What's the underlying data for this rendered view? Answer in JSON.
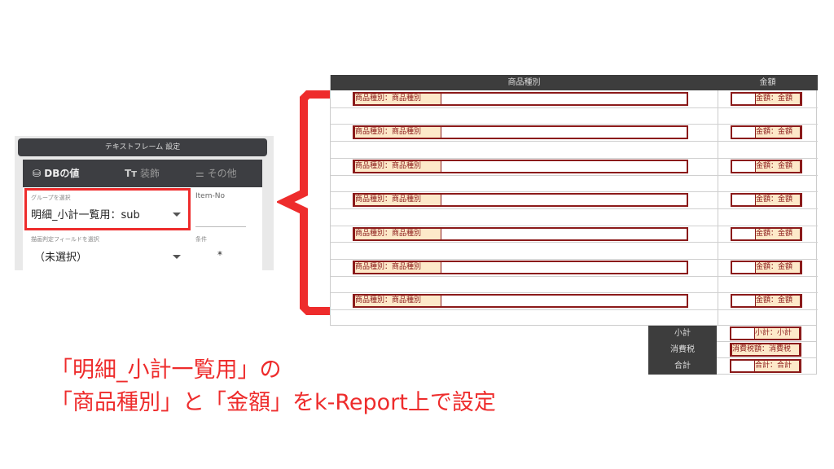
{
  "panel": {
    "title": "テキストフレーム 設定",
    "tabs": [
      {
        "label": "DBの値",
        "icon": "database-icon"
      },
      {
        "label": "装飾",
        "icon": "text-format-icon"
      },
      {
        "label": "その他",
        "icon": "sliders-icon"
      }
    ],
    "group_label": "グループを選択",
    "group_value": "明細_小計一覧用：sub",
    "item_no_label": "Item-No",
    "item_no_value": "",
    "draw_field_label": "描画判定フィールドを選択",
    "draw_field_value": "（未選択）",
    "condition_label": "条件",
    "condition_value": "*"
  },
  "table": {
    "headers": [
      "商品種別",
      "金額"
    ],
    "rows": [
      {
        "type": "商品種別：商品種別",
        "amount": "金額：金額"
      },
      {
        "type": "商品種別：商品種別",
        "amount": "金額：金額"
      },
      {
        "type": "商品種別：商品種別",
        "amount": "金額：金額"
      },
      {
        "type": "商品種別：商品種別",
        "amount": "金額：金額"
      },
      {
        "type": "商品種別：商品種別",
        "amount": "金額：金額"
      },
      {
        "type": "商品種別：商品種別",
        "amount": "金額：金額"
      },
      {
        "type": "商品種別：商品種別",
        "amount": "金額：金額"
      }
    ],
    "summary": [
      {
        "label": "小計",
        "field": "小計：小計"
      },
      {
        "label": "消費税",
        "field": "消費税額：消費税"
      },
      {
        "label": "合計",
        "field": "合計：合計"
      }
    ]
  },
  "caption": {
    "line1": "「明細_小計一覧用」の",
    "line2": "「商品種別」と「金額」をk-Report上で設定"
  },
  "colors": {
    "accent": "#ee2c2c",
    "field_border": "#8b1a1a",
    "field_bg": "#fde9c9",
    "dark": "#3d3d3d"
  }
}
